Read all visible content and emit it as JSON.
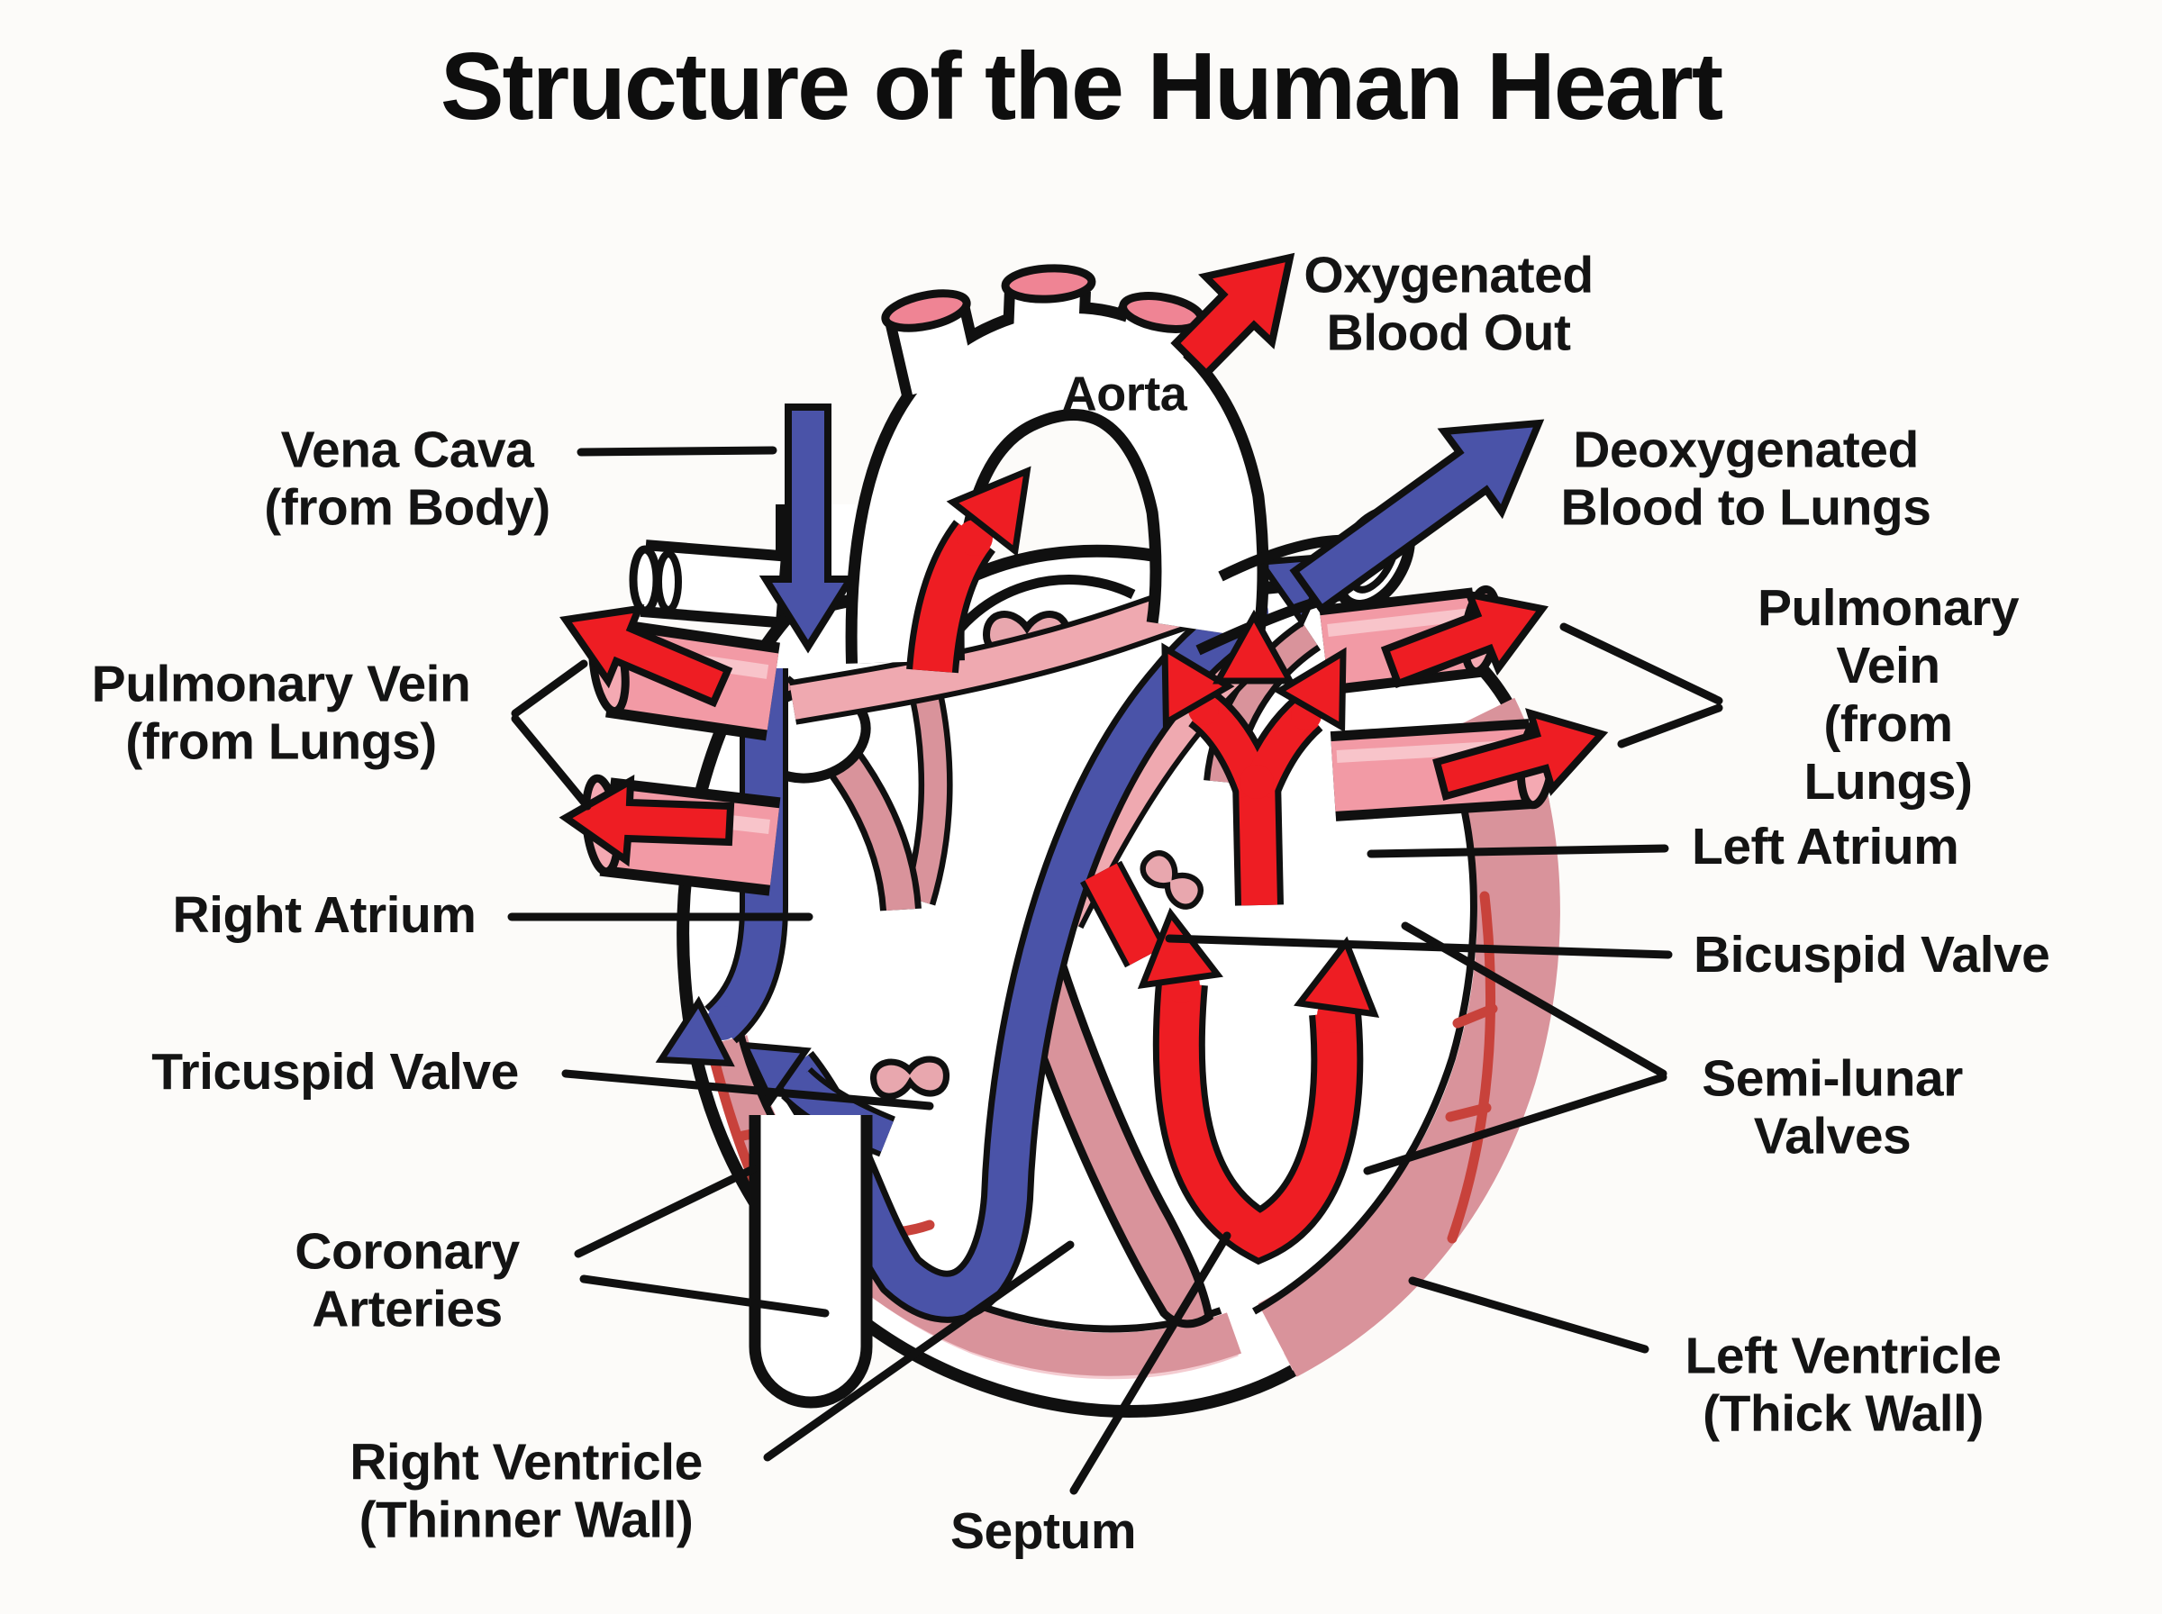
{
  "title": "Structure of the Human Heart",
  "labels": {
    "oxygenated_blood_out": "Oxygenated\nBlood Out",
    "vena_cava": "Vena Cava\n(from Body)",
    "aorta": "Aorta",
    "deoxygenated_blood_to_lungs": "Deoxygenated\nBlood to Lungs",
    "pulmonary_vein_left": "Pulmonary Vein\n(from Lungs)",
    "pulmonary_vein_right": "Pulmonary Vein\n(from Lungs)",
    "left_atrium": "Left Atrium",
    "right_atrium": "Right Atrium",
    "bicuspid_valve": "Bicuspid Valve",
    "tricuspid_valve": "Tricuspid Valve",
    "semi_lunar_valves": "Semi-lunar\nValves",
    "coronary_arteries": "Coronary\nArteries",
    "left_ventricle": "Left Ventricle\n(Thick Wall)",
    "right_ventricle": "Right Ventricle\n(Thinner Wall)",
    "septum": "Septum"
  },
  "colors": {
    "oxygenated_flow_red": "#ee1d23",
    "deoxygenated_flow_blue": "#4a53a8",
    "vessel_pink": "#f29aa5",
    "vessel_mouth_pink": "#ef8494",
    "heart_wall_rose": "#d9939b",
    "heart_wall_light": "#f4ccd1",
    "coronary_red": "#c8423b",
    "outline_black": "#101010",
    "background": "#fcfbf9",
    "text": "#141414"
  }
}
